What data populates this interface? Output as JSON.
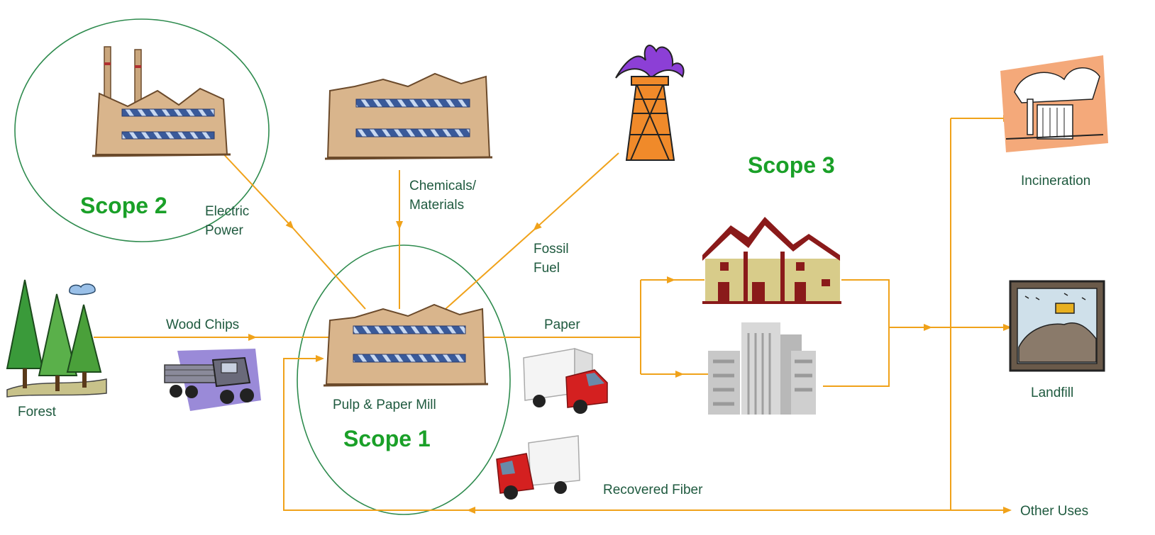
{
  "scopes": {
    "scope1": "Scope 1",
    "scope2": "Scope 2",
    "scope3": "Scope 3"
  },
  "labels": {
    "electric_power": [
      "Electric",
      "Power"
    ],
    "chemicals": [
      "Chemicals/",
      "Materials"
    ],
    "fossil_fuel": [
      "Fossil",
      "Fuel"
    ],
    "wood_chips": "Wood Chips",
    "paper": "Paper",
    "mill": "Pulp & Paper Mill",
    "forest": "Forest",
    "recovered_fiber": "Recovered Fiber",
    "incineration": "Incineration",
    "landfill": "Landfill",
    "other_uses": "Other Uses"
  },
  "icons": {
    "power_plant": "factory-with-smokestacks-icon",
    "chemical_plant": "factory-icon",
    "oil_derrick": "oil-derrick-icon",
    "mill": "paper-mill-icon",
    "forest": "trees-icon",
    "log_truck": "log-truck-icon",
    "delivery_truck": "delivery-truck-icon",
    "houses": "houses-icon",
    "office": "office-buildings-icon",
    "incinerator": "incinerator-icon",
    "landfill": "landfill-icon"
  },
  "colors": {
    "flow": "#f0a21a",
    "scope_text": "#1aa028",
    "scope_circle": "#2e8b4e",
    "label_text": "#1f5a3f"
  }
}
